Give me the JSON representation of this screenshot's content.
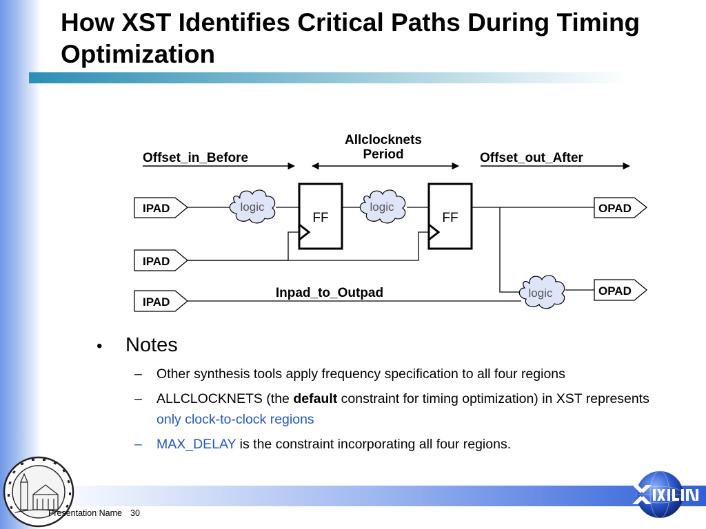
{
  "slide": {
    "title": "How XST Identifies Critical Paths During Timing Optimization"
  },
  "diagram": {
    "labels": {
      "offset_in": "Offset_in_Before",
      "period_line1": "Allclocknets",
      "period_line2": "Period",
      "offset_out": "Offset_out_After",
      "inpad_outpad": "Inpad_to_Outpad"
    },
    "pads": {
      "ipad_1": "IPAD",
      "ipad_2": "IPAD",
      "ipad_3": "IPAD",
      "opad_1": "OPAD",
      "opad_2": "OPAD"
    },
    "blocks": {
      "logic_1": "logic",
      "logic_2": "logic",
      "logic_3": "logic",
      "ff_1": "FF",
      "ff_2": "FF"
    }
  },
  "notes": {
    "heading": "Notes",
    "item_1": "Other synthesis tools apply frequency specification to all four regions",
    "item_2_pre": "ALLCLOCKNETS (the ",
    "item_2_bold": "default",
    "item_2_post": " constraint for timing optimization) in XST represents",
    "item_2_blue": "only clock-to-clock regions",
    "item_3_blue": "MAX_DELAY",
    "item_3_post": " is the constraint incorporating all four regions."
  },
  "footer": {
    "presentation": "Presentation Name",
    "page": "30"
  },
  "colors": {
    "accent_blue": "#1f55d6",
    "logic_text": "#555555"
  }
}
